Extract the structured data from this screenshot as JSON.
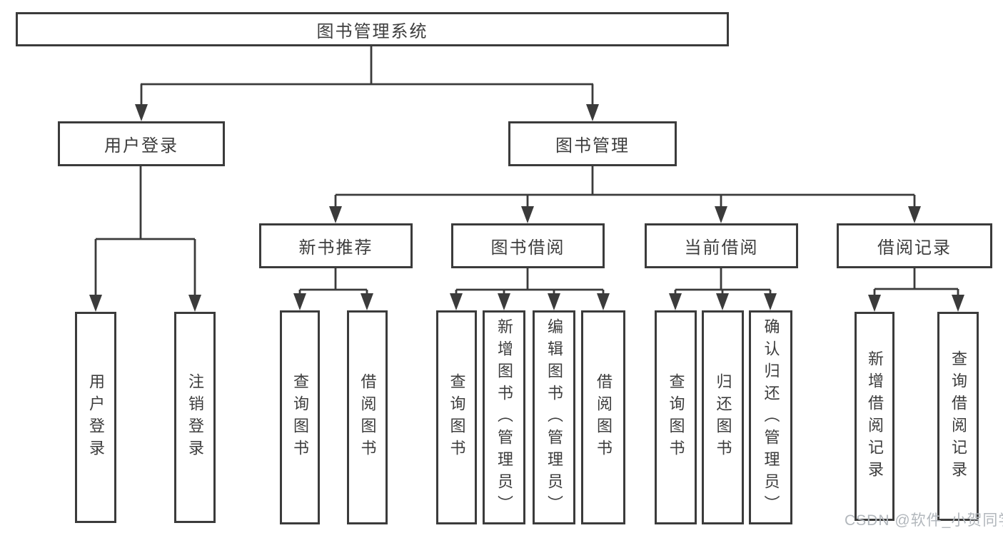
{
  "title": {
    "label": "图书管理系统"
  },
  "watermark": "CSDN @软件_小贺同学",
  "colors": {
    "line": "#3b3b3b",
    "text": "#3d3d3d",
    "box_background": "#ffffff",
    "watermark": "#b2b7bc"
  },
  "tree": {
    "root": "图书管理系统",
    "branches": [
      {
        "label": "用户登录",
        "children": [
          {
            "label": "用户登录"
          },
          {
            "label": "注销登录"
          }
        ]
      },
      {
        "label": "图书管理",
        "children": [
          {
            "label": "新书推荐",
            "children": [
              {
                "label": "查询图书"
              },
              {
                "label": "借阅图书"
              }
            ]
          },
          {
            "label": "图书借阅",
            "children": [
              {
                "label": "查询图书"
              },
              {
                "label": "新增图书（管理员）"
              },
              {
                "label": "编辑图书（管理员）"
              },
              {
                "label": "借阅图书"
              }
            ]
          },
          {
            "label": "当前借阅",
            "children": [
              {
                "label": "查询图书"
              },
              {
                "label": "归还图书"
              },
              {
                "label": "确认归还（管理员）"
              }
            ]
          },
          {
            "label": "借阅记录",
            "children": [
              {
                "label": "新增借阅记录"
              },
              {
                "label": "查询借阅记录"
              }
            ]
          }
        ]
      }
    ]
  }
}
